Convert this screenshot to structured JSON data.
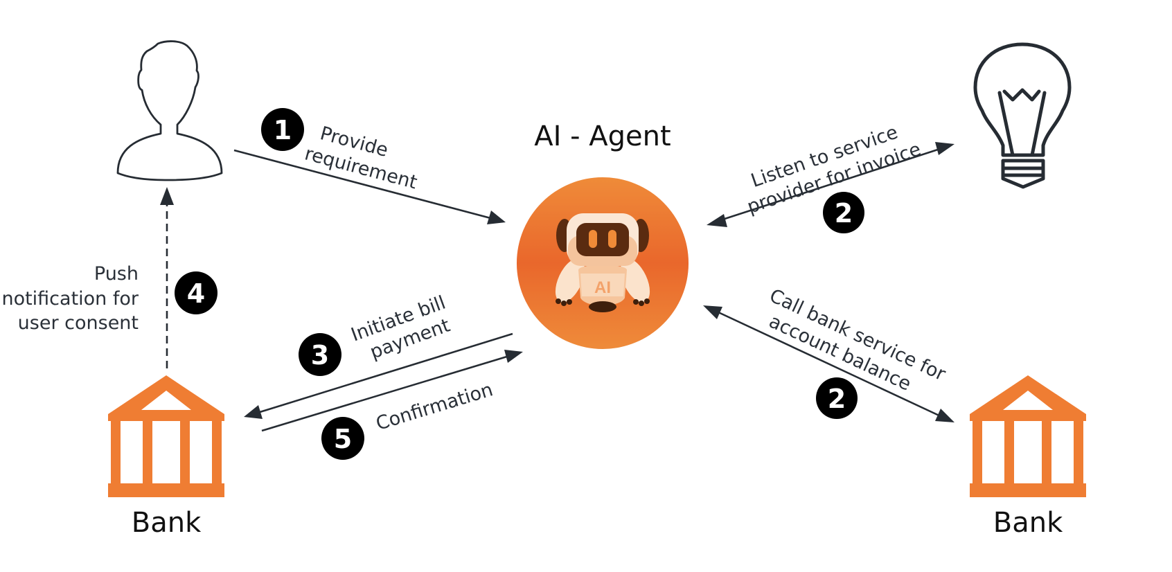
{
  "diagram": {
    "title": "AI - Agent",
    "colors": {
      "accent_orange": "#ef7d33",
      "agent_gradient_light": "#f29a3e",
      "agent_gradient_dark": "#e8612b",
      "line_color": "#262c33",
      "badge_fill": "#000000",
      "badge_text": "#ffffff"
    },
    "nodes": {
      "user": {
        "icon": "user-icon",
        "label": ""
      },
      "agent": {
        "icon": "robot-icon",
        "label": "AI - Agent",
        "robot_chest_text": "AI"
      },
      "service_provider": {
        "icon": "lightbulb-icon",
        "label": ""
      },
      "bank_left": {
        "icon": "bank-icon",
        "label": "Bank"
      },
      "bank_right": {
        "icon": "bank-icon",
        "label": "Bank"
      }
    },
    "edges": [
      {
        "step": "1",
        "from": "user",
        "to": "agent",
        "style": "solid",
        "direction": "forward",
        "label_lines": [
          "Provide",
          "requirement"
        ]
      },
      {
        "step": "2",
        "from": "agent",
        "to": "service_provider",
        "style": "solid",
        "direction": "both",
        "label_lines": [
          "Listen to service",
          "provider for invoice"
        ]
      },
      {
        "step": "2",
        "from": "agent",
        "to": "bank_right",
        "style": "solid",
        "direction": "both",
        "label_lines": [
          "Call bank service for",
          "account balance"
        ]
      },
      {
        "step": "3",
        "from": "agent",
        "to": "bank_left",
        "style": "solid",
        "direction": "forward",
        "label_lines": [
          "Initiate bill",
          "payment"
        ]
      },
      {
        "step": "4",
        "from": "bank_left",
        "to": "user",
        "style": "dashed",
        "direction": "forward",
        "label_lines": [
          "Push",
          "notification for",
          "user consent"
        ]
      },
      {
        "step": "5",
        "from": "bank_left",
        "to": "agent",
        "style": "solid",
        "direction": "forward",
        "label_lines": [
          "Confirmation"
        ]
      }
    ]
  }
}
